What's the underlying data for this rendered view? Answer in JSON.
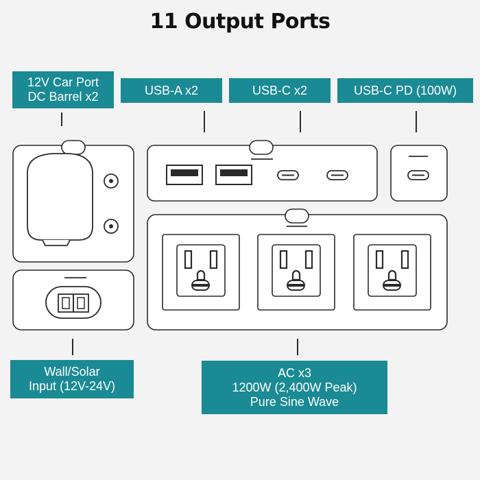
{
  "title": "11 Output Ports",
  "colors": {
    "label_bg": "#1a8a94",
    "label_text": "#ffffff",
    "outline": "#2a2a2a",
    "panel_fill": "#ffffff",
    "background": "#f3f3f3"
  },
  "labels": {
    "car_port": {
      "line1": "12V Car Port",
      "line2": "DC Barrel x2"
    },
    "usb_a": {
      "line1": "USB-A x2"
    },
    "usb_c": {
      "line1": "USB-C x2"
    },
    "usb_c_pd": {
      "line1": "USB-C PD (100W)"
    },
    "wall_solar": {
      "line1": "Wall/Solar",
      "line2": "Input (12V-24V)"
    },
    "ac": {
      "line1": "AC x3",
      "line2": "1200W (2,400W Peak)",
      "line3": "Pure Sine Wave"
    }
  },
  "icons": {
    "car_port_cover": "car-socket-cover-icon",
    "dc_barrel": "dc-barrel-port-icon",
    "usb_a": "usb-a-port-icon",
    "usb_c": "usb-c-port-icon",
    "ac_outlet": "ac-outlet-icon",
    "input": "dc-input-port-icon"
  }
}
